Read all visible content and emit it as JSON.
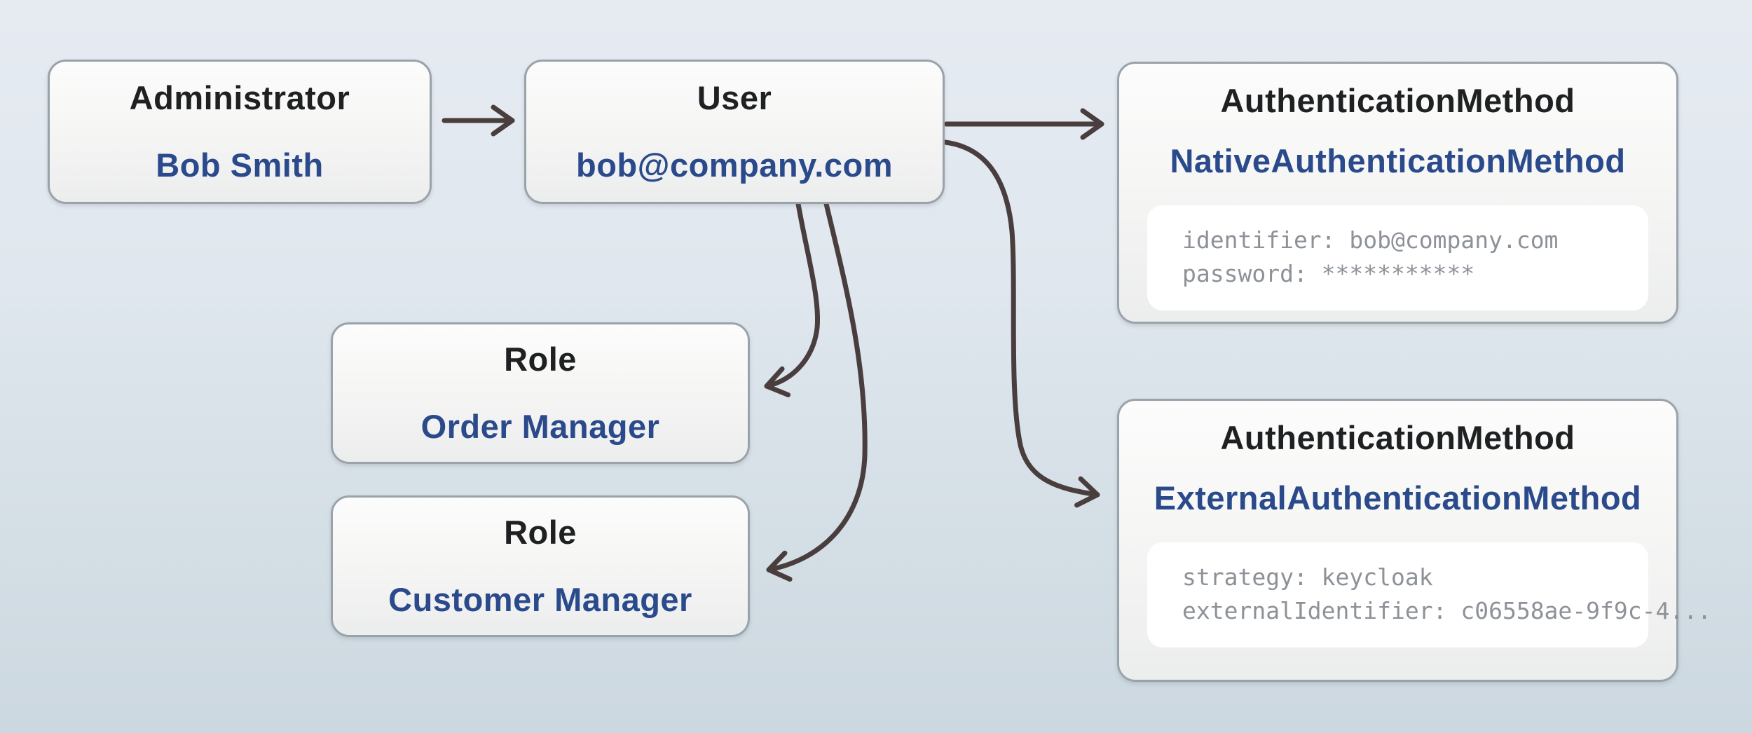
{
  "nodes": {
    "administrator": {
      "type_label": "Administrator",
      "name_label": "Bob Smith"
    },
    "user": {
      "type_label": "User",
      "name_label": "bob@company.com"
    },
    "native_auth": {
      "type_label": "AuthenticationMethod",
      "name_label": "NativeAuthenticationMethod",
      "properties": [
        "identifier: bob@company.com",
        "password: ***********"
      ]
    },
    "role_order": {
      "type_label": "Role",
      "name_label": "Order Manager"
    },
    "role_customer": {
      "type_label": "Role",
      "name_label": "Customer Manager"
    },
    "external_auth": {
      "type_label": "AuthenticationMethod",
      "name_label": "ExternalAuthenticationMethod",
      "properties": [
        "strategy: keycloak",
        "externalIdentifier: c06558ae-9f9c-4..."
      ]
    }
  },
  "edges": [
    {
      "from": "administrator",
      "to": "user"
    },
    {
      "from": "user",
      "to": "native_auth"
    },
    {
      "from": "user",
      "to": "external_auth"
    },
    {
      "from": "user",
      "to": "role_order"
    },
    {
      "from": "user",
      "to": "role_customer"
    }
  ],
  "colors": {
    "background_top": "#e6ebf2",
    "background_bottom": "#ccd8e0",
    "node_border": "#9aa3a9",
    "node_fill_top": "#fcfcfc",
    "node_fill_bottom": "#eceded",
    "title_text": "#1e2022",
    "subtitle_text": "#2a4a8c",
    "property_text": "#8d9298",
    "panel_fill": "#ffffff",
    "arrow": "#4a3d3d"
  }
}
